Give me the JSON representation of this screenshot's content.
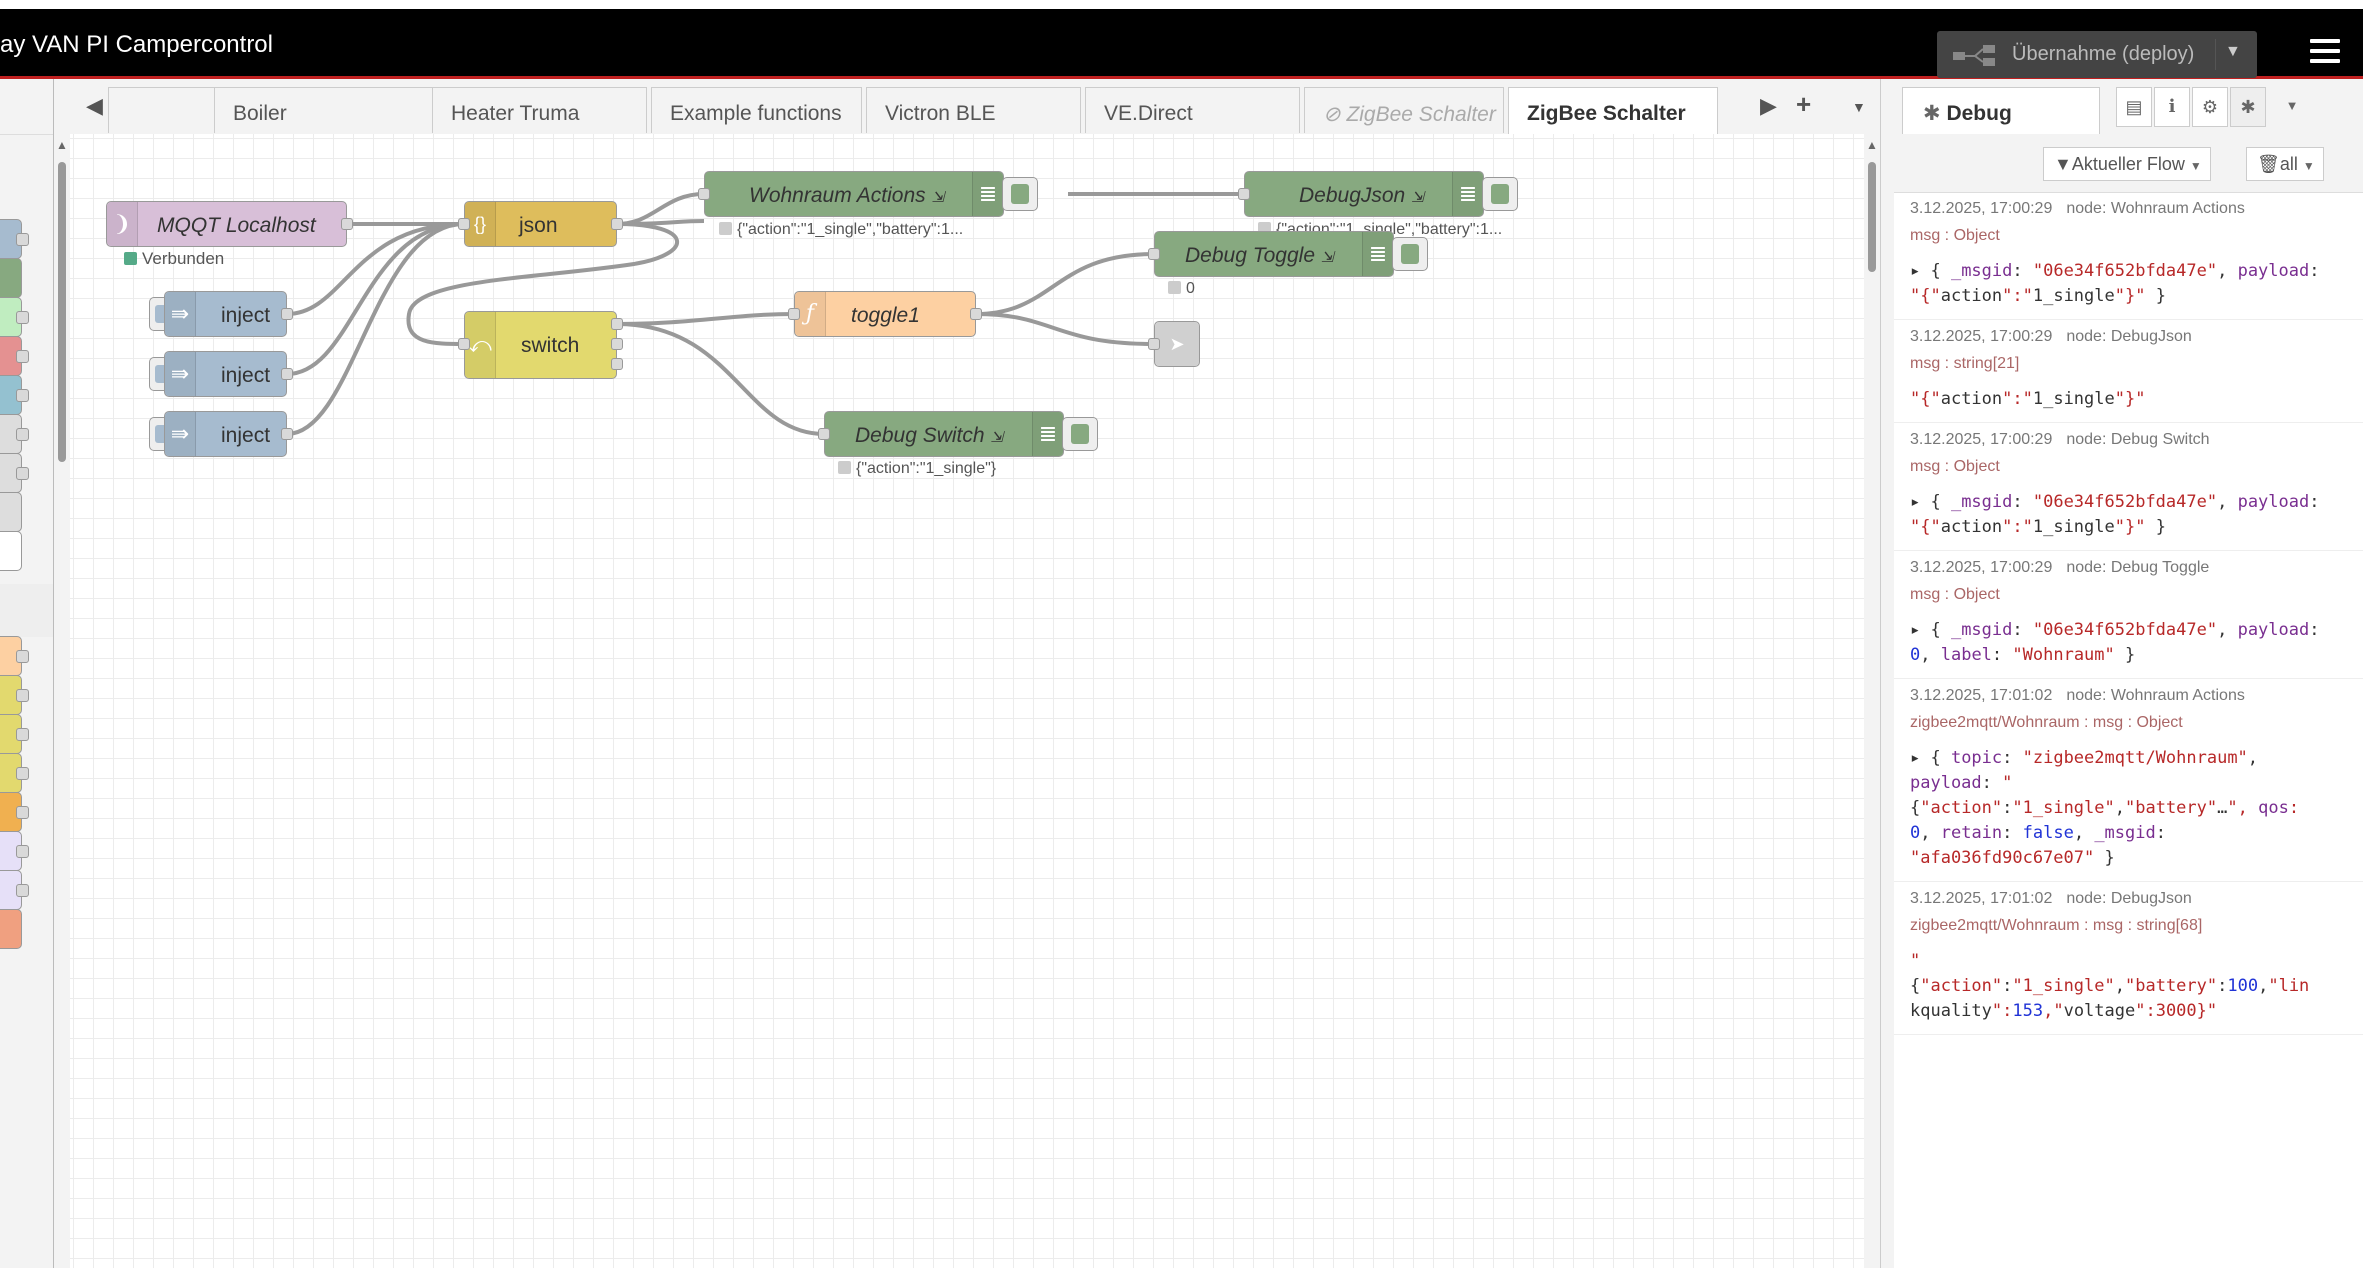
{
  "header": {
    "title": "ay VAN PI Campercontrol",
    "deploy_label": "Übernahme (deploy)"
  },
  "tabs": [
    {
      "label": "",
      "state": "normal"
    },
    {
      "label": "Boiler",
      "state": "normal"
    },
    {
      "label": "Heater Truma",
      "state": "normal"
    },
    {
      "label": "Example functions",
      "state": "normal"
    },
    {
      "label": "Victron BLE",
      "state": "normal"
    },
    {
      "label": "VE.Direct",
      "state": "normal"
    },
    {
      "label": "ZigBee Schalter",
      "state": "disabled"
    },
    {
      "label": "ZigBee Schalter",
      "state": "active"
    }
  ],
  "flow": {
    "nodes": {
      "mqtt": {
        "label": "MQQT Localhost",
        "status": "Verbunden"
      },
      "json": {
        "label": "json"
      },
      "inject1": {
        "label": "inject"
      },
      "inject2": {
        "label": "inject"
      },
      "inject3": {
        "label": "inject"
      },
      "switch": {
        "label": "switch"
      },
      "toggle": {
        "label": "toggle1"
      },
      "wohnraum": {
        "label": "Wohnraum Actions",
        "status": "{\"action\":\"1_single\",\"battery\":1..."
      },
      "debugjson": {
        "label": "DebugJson",
        "status": "{\"action\":\"1_single\",\"battery\":1..."
      },
      "debugtoggle": {
        "label": "Debug Toggle",
        "status": "0"
      },
      "debugswitch": {
        "label": "Debug Switch",
        "status": "{\"action\":\"1_single\"}"
      }
    }
  },
  "sidebar": {
    "tab_label": "Debug",
    "filter_label": "Aktueller Flow",
    "clear_label": "all",
    "messages": [
      {
        "time": "3.12.2025, 17:00:29",
        "node": "node: Wohnraum Actions",
        "topic": "msg : Object",
        "lines": [
          "▸ { _msgid: \"06e34f652bfda47e\", payload:",
          "\"{\"action\":\"1_single\"}\" }"
        ]
      },
      {
        "time": "3.12.2025, 17:00:29",
        "node": "node: DebugJson",
        "topic": "msg : string[21]",
        "lines": [
          "\"{\"action\":\"1_single\"}\""
        ]
      },
      {
        "time": "3.12.2025, 17:00:29",
        "node": "node: Debug Switch",
        "topic": "msg : Object",
        "lines": [
          "▸ { _msgid: \"06e34f652bfda47e\", payload:",
          "\"{\"action\":\"1_single\"}\" }"
        ]
      },
      {
        "time": "3.12.2025, 17:00:29",
        "node": "node: Debug Toggle",
        "topic": "msg : Object",
        "lines": [
          "▸ { _msgid: \"06e34f652bfda47e\", payload:",
          "0, label: \"Wohnraum\" }"
        ]
      },
      {
        "time": "3.12.2025, 17:01:02",
        "node": "node: Wohnraum Actions",
        "topic": "zigbee2mqtt/Wohnraum : msg : Object",
        "lines": [
          "▸ { topic: \"zigbee2mqtt/Wohnraum\",",
          "payload: \"",
          "{\"action\":\"1_single\",\"battery\"…\", qos:",
          "0, retain: false, _msgid:",
          "\"afa036fd90c67e07\" }"
        ]
      },
      {
        "time": "3.12.2025, 17:01:02",
        "node": "node: DebugJson",
        "topic": "zigbee2mqtt/Wohnraum : msg : string[68]",
        "lines": [
          "\"",
          "{\"action\":\"1_single\",\"battery\":100,\"lin",
          "kquality\":153,\"voltage\":3000}\""
        ]
      }
    ]
  },
  "colors": {
    "mqtt": "#d8bfd8",
    "json": "#debd5c",
    "inject": "#a6bbcf",
    "switch": "#e2d96e",
    "function": "#fdd0a2",
    "debug": "#87a980",
    "link": "#dddddd",
    "wire": "#999999"
  }
}
